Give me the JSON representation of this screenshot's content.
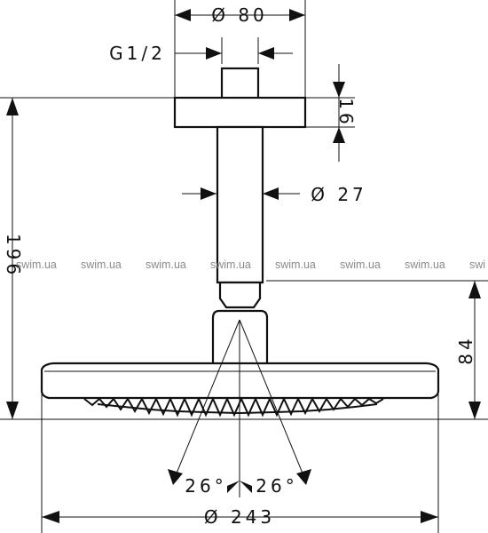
{
  "drawing": {
    "dimensions": {
      "arm_diameter": "Ø 80",
      "thread": "G1/2",
      "flange_height": "16",
      "pipe_diameter": "Ø 27",
      "total_height": "196",
      "head_height": "84",
      "head_diameter": "Ø 243",
      "left_angle": "26°",
      "right_angle": "26°"
    },
    "watermark": {
      "text": "swim.ua",
      "partial": "swi"
    }
  }
}
